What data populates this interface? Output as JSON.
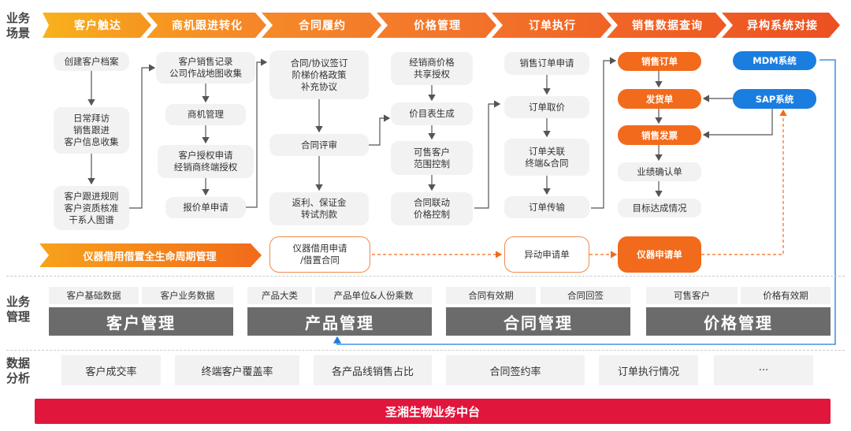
{
  "row_labels": {
    "scenario": "业务\n场景",
    "management": "业务\n管理",
    "analysis": "数据\n分析"
  },
  "stages": [
    "客户触达",
    "商机跟进转化",
    "合同履约",
    "价格管理",
    "订单执行",
    "销售数据查询",
    "异构系统对接"
  ],
  "col1": {
    "n1": "创建客户档案",
    "n2": "日常拜访\n销售跟进\n客户信息收集",
    "n3": "客户跟进规则\n客户资质核准\n干系人图谱"
  },
  "col2": {
    "n1": "客户销售记录\n公司作战地图收集",
    "n2": "商机管理",
    "n3": "客户授权申请\n经销商终端授权",
    "n4": "报价单申请"
  },
  "col3": {
    "n1": "合同/协议签订\n阶梯价格政策\n补充协议",
    "n2": "合同评审",
    "n3": "返利、保证金\n转试剂款"
  },
  "col4": {
    "n1": "经销商价格\n共享授权",
    "n2": "价目表生成",
    "n3": "可售客户\n范围控制",
    "n4": "合同联动\n价格控制"
  },
  "col5": {
    "n1": "销售订单申请",
    "n2": "订单取价",
    "n3": "订单关联\n终端&合同",
    "n4": "订单传输"
  },
  "col6": {
    "n1": "销售订单",
    "n2": "发货单",
    "n3": "销售发票",
    "n4": "业绩确认单",
    "n5": "目标达成情况"
  },
  "col7": {
    "n1": "MDM系统",
    "n2": "SAP系统"
  },
  "lifecycle": {
    "banner": "仪器借用借置全生命周期管理",
    "n1": "仪器借用申请\n/借置合同",
    "n2": "异动申请单",
    "n3": "仪器申请单"
  },
  "management": [
    {
      "subs": [
        "客户基础数据",
        "客户业务数据"
      ],
      "title": "客户管理"
    },
    {
      "subs": [
        "产品大类",
        "产品单位&人份乘数"
      ],
      "title": "产品管理"
    },
    {
      "subs": [
        "合同有效期",
        "合同回签"
      ],
      "title": "合同管理"
    },
    {
      "subs": [
        "可售客户",
        "价格有效期"
      ],
      "title": "价格管理"
    }
  ],
  "metrics": [
    "客户成交率",
    "终端客户覆盖率",
    "各产品线销售占比",
    "合同签约率",
    "订单执行情况",
    "···"
  ],
  "footer": "圣湘生物业务中台",
  "colors": {
    "orange": "#f26a1b",
    "gold": "#f7a21b",
    "blue": "#1a7de0",
    "red": "#e0163d",
    "gray": "#6b6b6b"
  }
}
